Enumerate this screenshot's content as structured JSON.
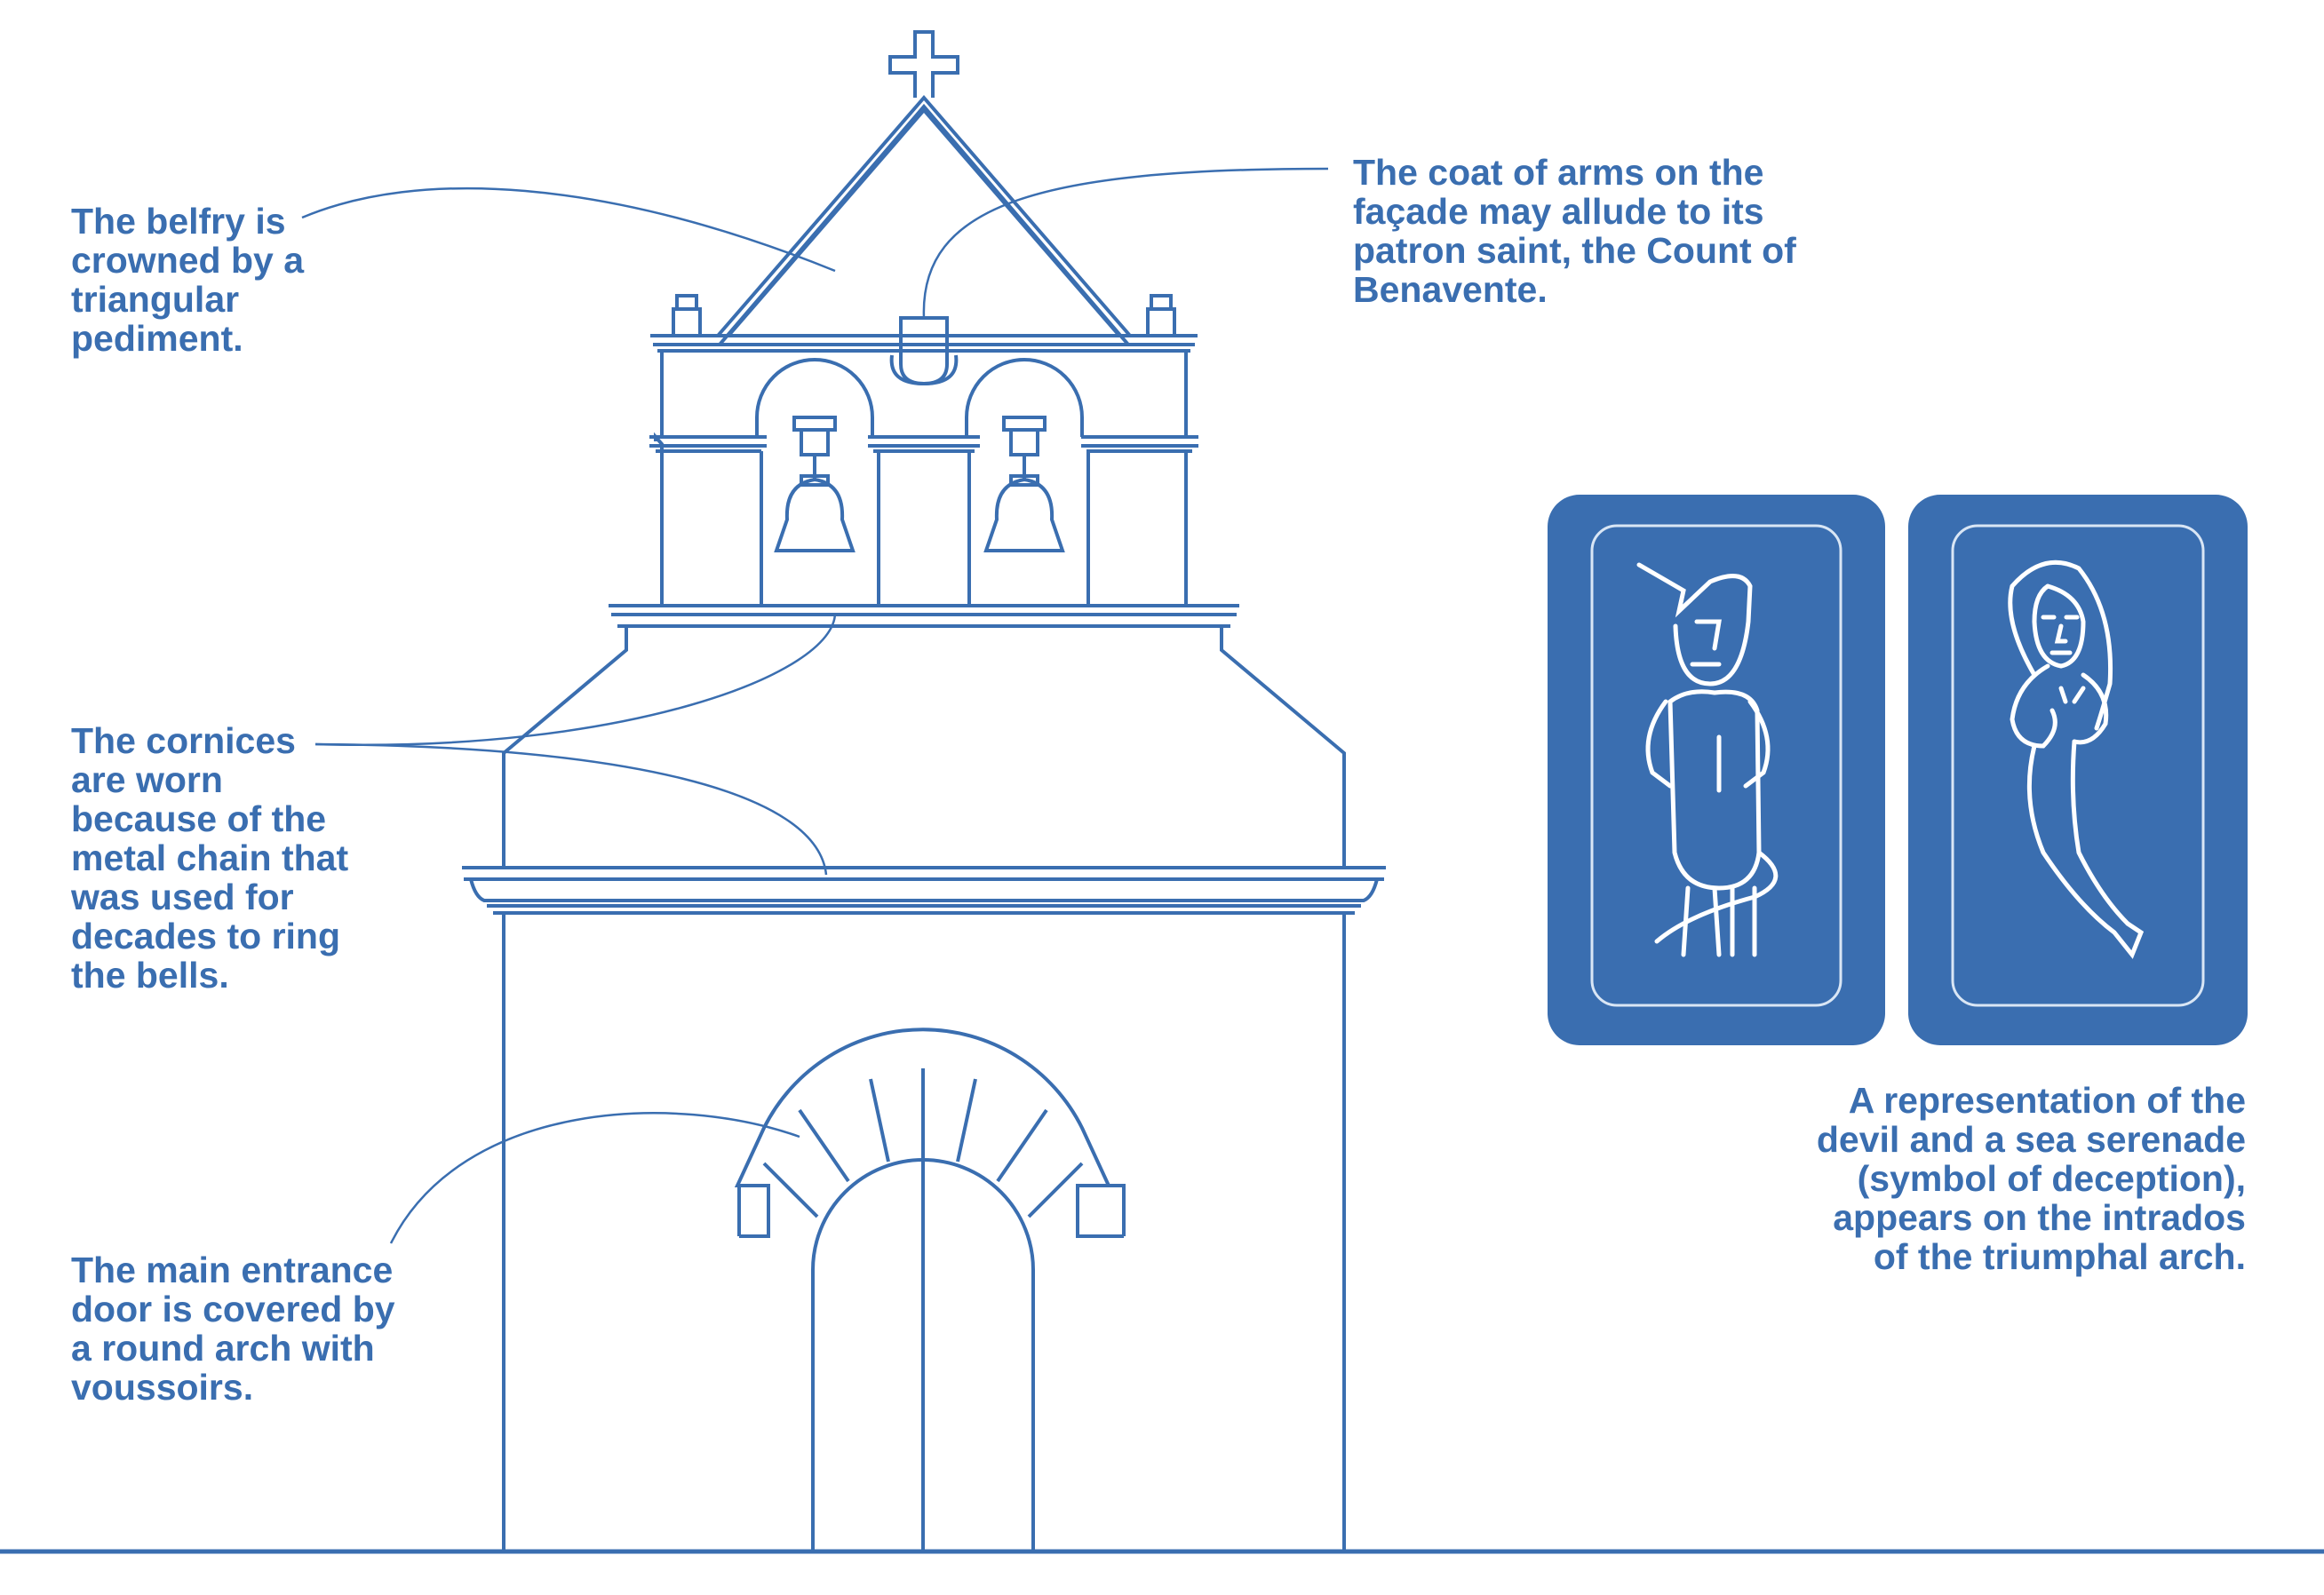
{
  "colors": {
    "line": "#3a6eb0",
    "panel": "#3a6eb0",
    "background": "#ffffff"
  },
  "annotations": {
    "belfry": [
      "The belfry is",
      "crowned by a",
      "triangular",
      "pediment."
    ],
    "coat_of_arms": [
      "The coat of arms on the",
      "façade may allude to its",
      "patron saint, the Count of",
      "Benavente."
    ],
    "cornices": [
      "The cornices",
      "are worn",
      "because of the",
      "metal chain that",
      "was used for",
      "decades to ring",
      "the bells."
    ],
    "entrance": [
      "The main entrance",
      "door is covered by",
      "a round arch with",
      "voussoirs."
    ],
    "carvings": [
      "A representation of the",
      "devil and a sea serenade",
      "(symbol of deception),",
      "appears on the intrados",
      "of the triumphal arch."
    ]
  },
  "figures": {
    "left_panel": "devil-figure",
    "right_panel": "mermaid-figure"
  }
}
